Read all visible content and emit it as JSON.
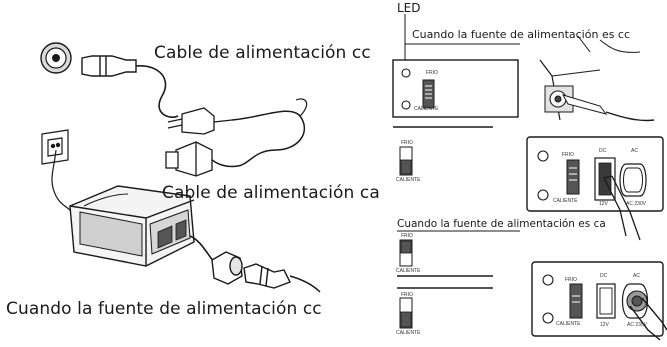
{
  "labels": {
    "dc_cable": "Cable de alimentación cc",
    "ac_cable": "Cable de alimentación ca",
    "dc_source_left": "Cuando la fuente de alimentación cc",
    "led": "LED",
    "dc_source_right": "Cuando la fuente de alimentación es cc",
    "ac_source_right": "Cuando la fuente de alimentación es ca"
  },
  "switch_panel": {
    "cold": "FRIO",
    "hot": "CALIENTE"
  },
  "socket_panel": {
    "dc_symbol": "DC",
    "ac_symbol": "AC",
    "dc_voltage": "12V",
    "ac_voltage": "AC 230V"
  },
  "colors": {
    "line": "#1a1a1a",
    "fill_dark": "#3a3a3a",
    "fill_mid": "#9a9a9a"
  }
}
